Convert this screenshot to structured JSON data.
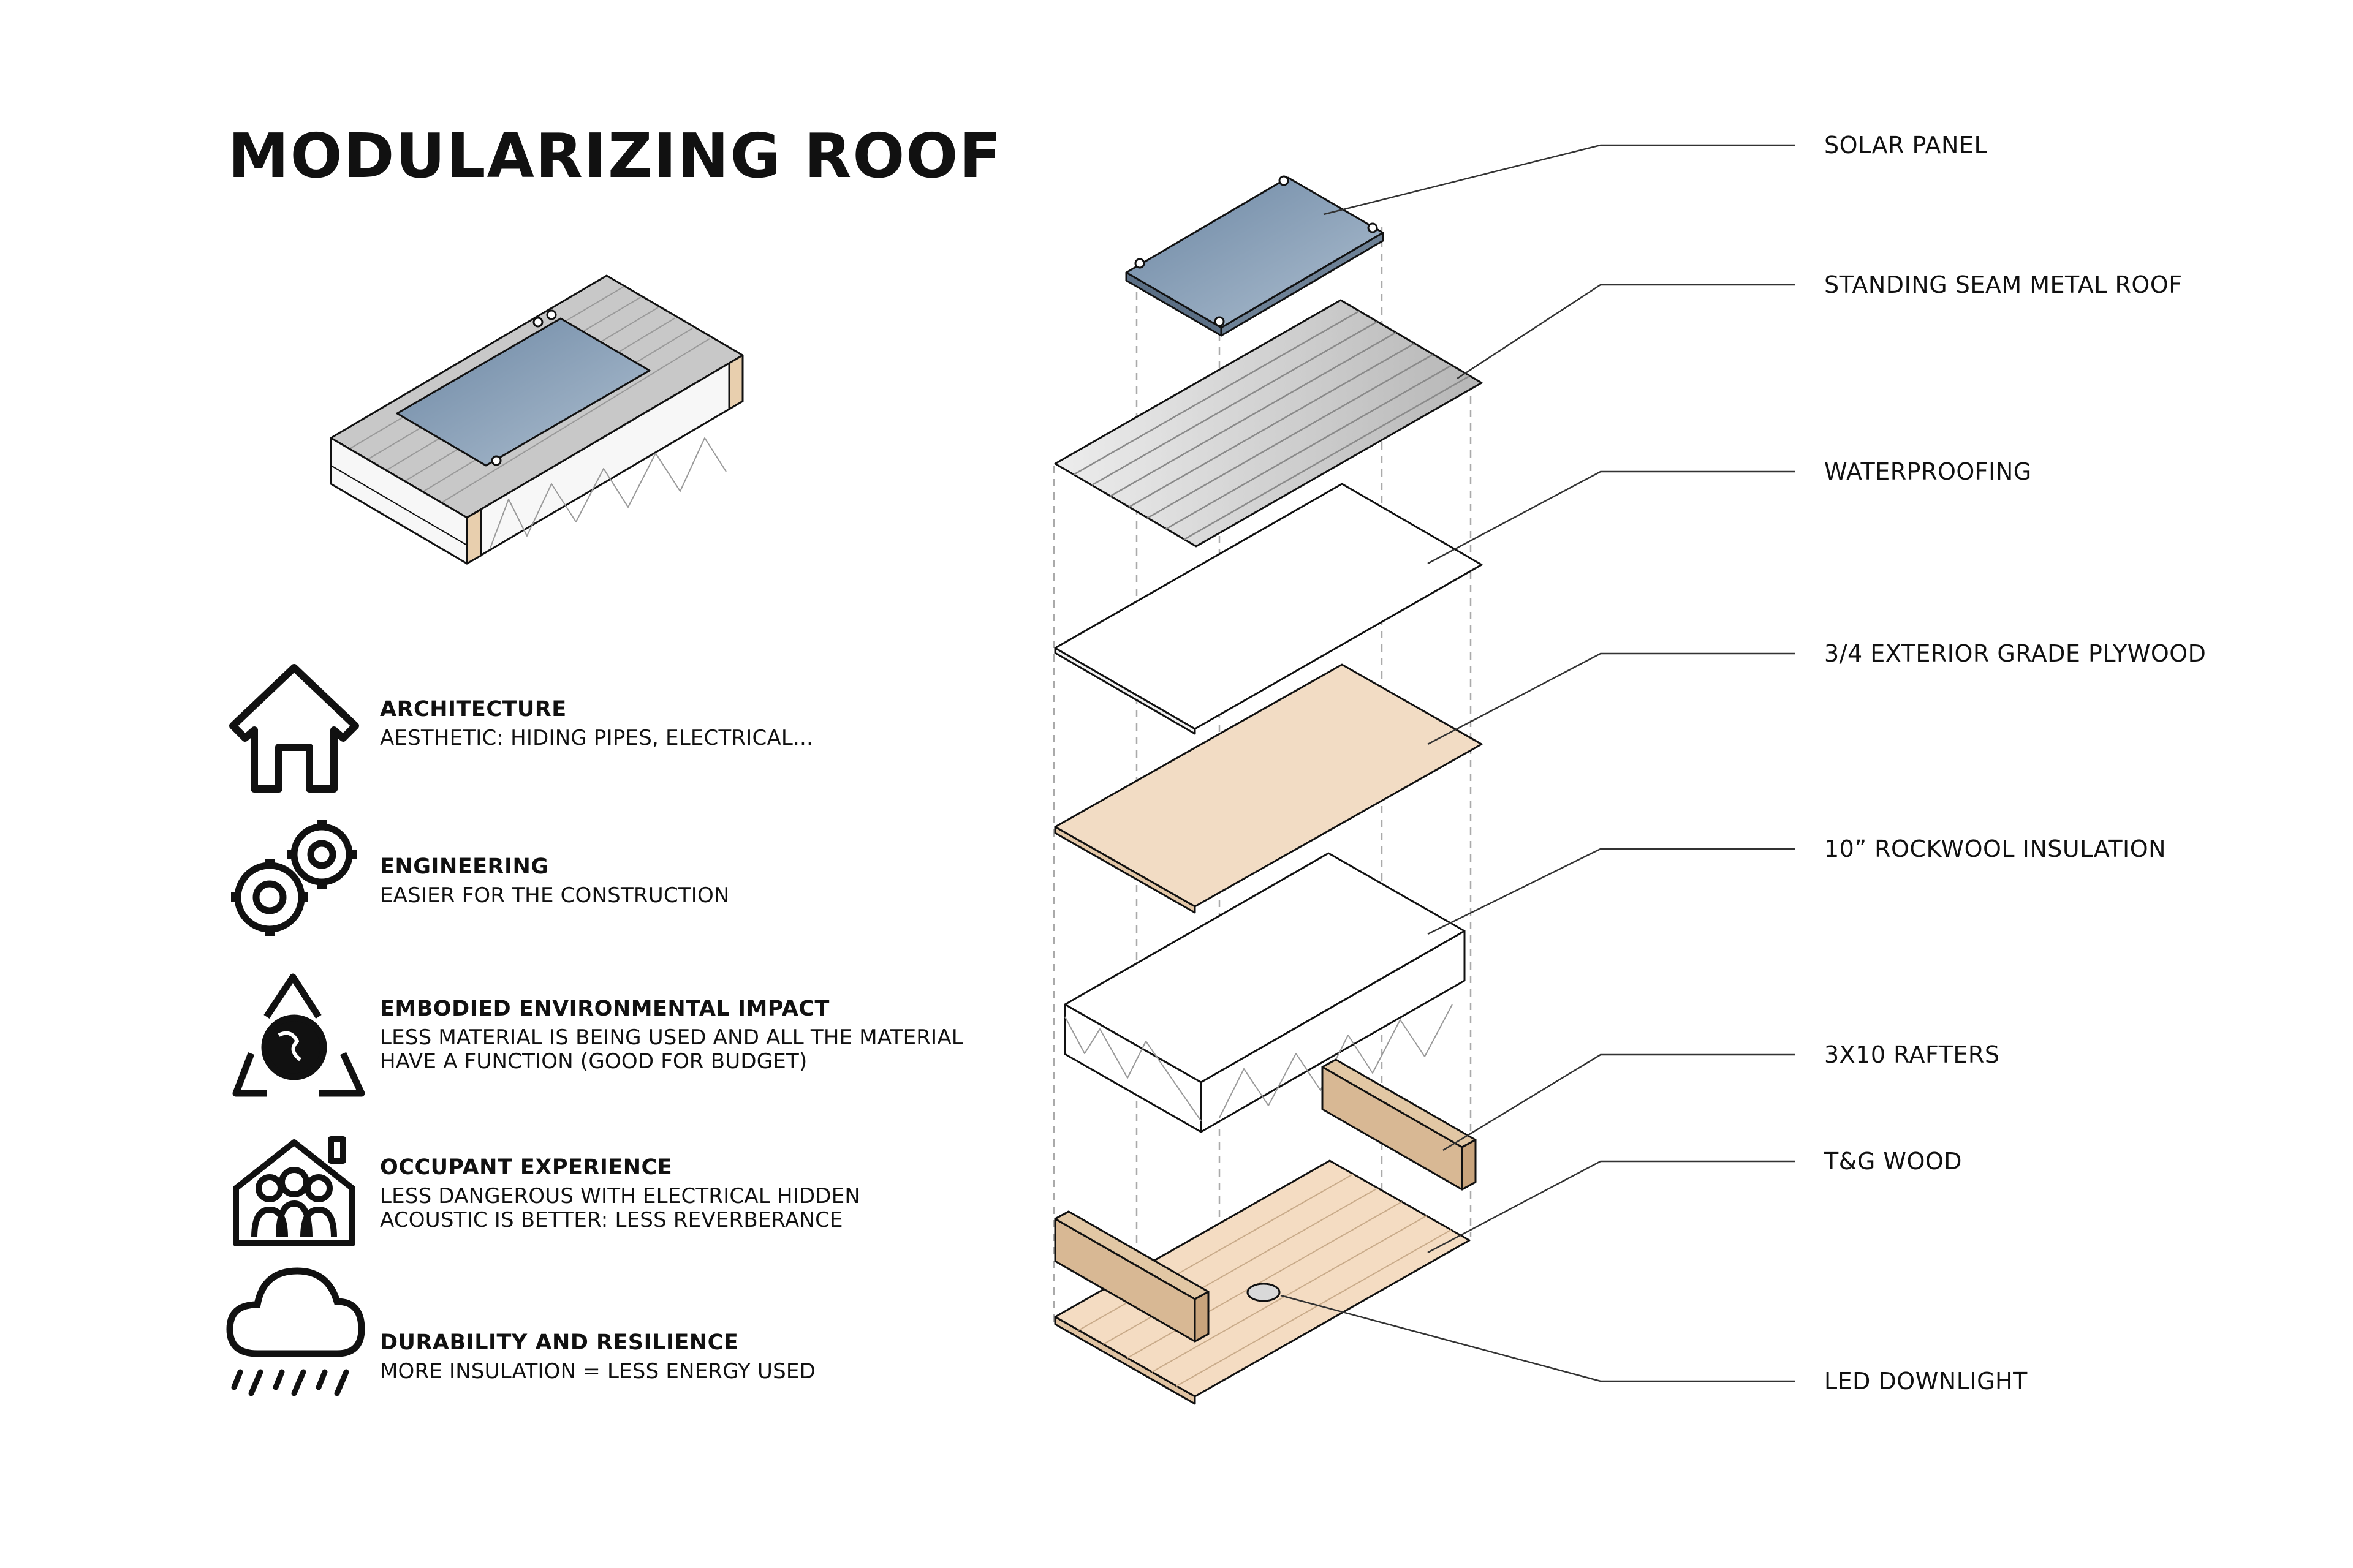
{
  "title": "MODULARIZING ROOF",
  "benefits": [
    {
      "icon": "house-icon",
      "heading": "ARCHITECTURE",
      "lines": [
        "AESTHETIC: HIDING PIPES, ELECTRICAL..."
      ]
    },
    {
      "icon": "gears-icon",
      "heading": "ENGINEERING",
      "lines": [
        "EASIER FOR THE CONSTRUCTION"
      ]
    },
    {
      "icon": "recycle-globe-icon",
      "heading": "EMBODIED ENVIRONMENTAL IMPACT",
      "lines": [
        "LESS MATERIAL IS BEING USED AND ALL THE MATERIAL",
        "HAVE A FUNCTION (GOOD FOR BUDGET)"
      ]
    },
    {
      "icon": "family-house-icon",
      "heading": "OCCUPANT EXPERIENCE",
      "lines": [
        "LESS DANGEROUS WITH ELECTRICAL HIDDEN",
        "ACOUSTIC IS BETTER: LESS REVERBERANCE"
      ]
    },
    {
      "icon": "rain-cloud-icon",
      "heading": "DURABILITY AND RESILIENCE",
      "lines": [
        "MORE INSULATION = LESS ENERGY USED"
      ]
    }
  ],
  "layers": [
    "SOLAR PANEL",
    "STANDING SEAM METAL ROOF",
    "WATERPROOFING",
    "3/4 EXTERIOR GRADE PLYWOOD",
    "10” ROCKWOOL INSULATION",
    "3X10 RAFTERS",
    "T&G WOOD",
    "LED DOWNLIGHT"
  ],
  "colors": {
    "metal": "#c9c9c9",
    "solar": "#7e98b3",
    "plywood": "#f2dcc4",
    "wood_tg": "#f4dcc2",
    "rafter": "#d8b894",
    "line": "#111111",
    "leader": "#333333"
  }
}
